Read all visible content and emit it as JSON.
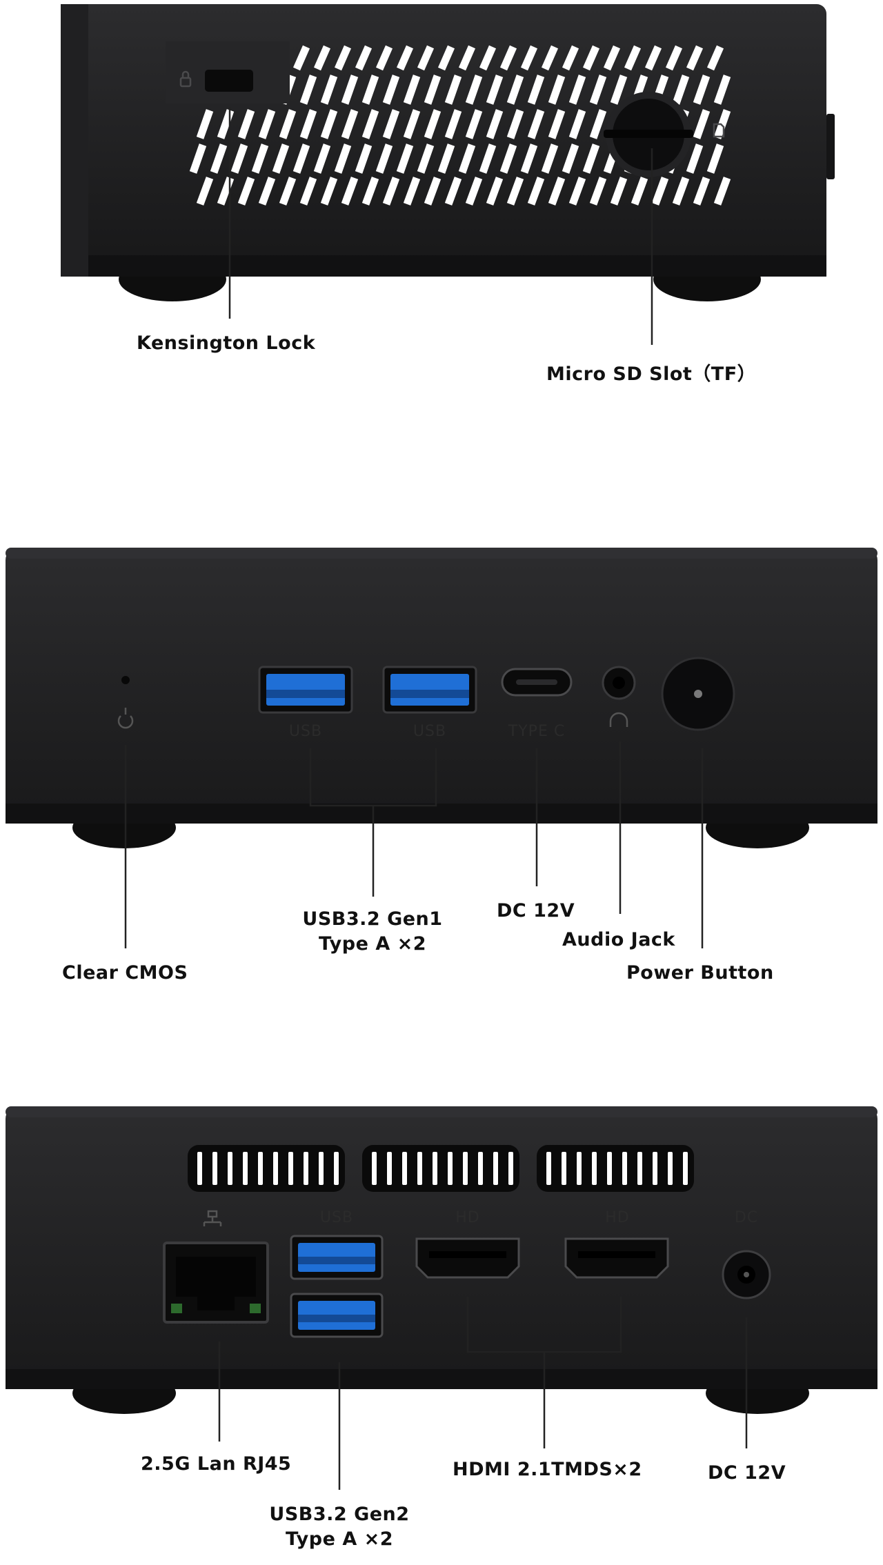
{
  "panel_side": {
    "labels": {
      "kensington_lock": "Kensington Lock",
      "micro_sd_slot": "Micro SD Slot（TF）"
    }
  },
  "panel_front": {
    "port_stamps": {
      "usb_1": "USB",
      "usb_2": "USB",
      "type_c": "TYPE C"
    },
    "labels": {
      "usb_gen1_line1": "USB3.2 Gen1",
      "usb_gen1_line2": "Type A  ×2",
      "dc_12v": "DC 12V",
      "audio_jack": "Audio Jack",
      "clear_cmos": "Clear CMOS",
      "power_button": "Power Button"
    }
  },
  "panel_rear": {
    "port_stamps": {
      "usb": "USB",
      "hd_1": "HD",
      "hd_2": "HD",
      "dc": "DC"
    },
    "labels": {
      "lan": "2.5G Lan RJ45",
      "hdmi": "HDMI 2.1TMDS×2",
      "dc_12v": "DC 12V",
      "usb_gen2_line1": "USB3.2 Gen2",
      "usb_gen2_line2": "Type A ×2"
    }
  },
  "colors": {
    "chassis": "#1c1c1e",
    "chassis_top": "#2a2a2c",
    "usb_blue": "#1f6fd6",
    "leader_line": "#222222"
  }
}
